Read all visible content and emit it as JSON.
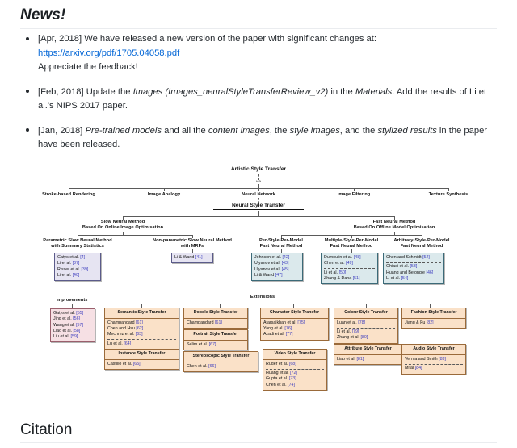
{
  "news": {
    "heading": "News!",
    "items": [
      {
        "line1": "[Apr, 2018] We have released a new version of the paper with significant changes at:",
        "link": "https://arxiv.org/pdf/1705.04058.pdf",
        "line3": "Appreciate the feedback!"
      },
      {
        "pre": "[Feb, 2018] Update the ",
        "em1": "Images (Images_neuralStyleTransferReview_v2)",
        "mid": " in the ",
        "em2": "Materials",
        "post": ". Add the results of Li et al.'s NIPS 2017 paper."
      },
      {
        "pre": "[Jan, 2018] ",
        "em1": "Pre-trained models",
        "mid1": " and all the ",
        "em2": "content images",
        "mid2": ", the ",
        "em3": "style images",
        "mid3": ", and the ",
        "em4": "stylized results",
        "post": " in the paper have been released."
      }
    ]
  },
  "citation": {
    "heading": "Citation"
  },
  "diagram": {
    "root": "Artistic Style Transfer",
    "via": "via",
    "level1": [
      "Stroke-based Rendering",
      "Image Analogy",
      "Neural Network",
      "Image Filtering",
      "Texture Synthesis"
    ],
    "nst": "Neural Style Transfer",
    "branch_slow_l1": "Slow Neural Method",
    "branch_slow_l2": "Based On Online Image Optimisation",
    "branch_fast_l1": "Fast Neural Method",
    "branch_fast_l2": "Based On Offline Model Optimisation",
    "cat_param_l1": "Parametric Slow Neural Method",
    "cat_param_l2": "with Summary Statistics",
    "cat_nonparam_l1": "Non-parametric Slow Neural Method",
    "cat_nonparam_l2": "with MRFs",
    "cat_psm_l1": "Per-Style-Per-Model",
    "cat_psm_l2": "Fast Neural Method",
    "cat_msm_l1": "Multiple-Style-Per-Model",
    "cat_msm_l2": "Fast Neural Method",
    "cat_asm_l1": "Arbitrary-Style-Per-Model",
    "cat_asm_l2": "Fast Neural Method",
    "improvements_label": "Improvements",
    "extensions_label": "Extensions",
    "boxes": {
      "parametric": [
        "Gatys et al. [4]",
        "Li et al. [37]",
        "Risser et al. [39]",
        "Li et al. [40]"
      ],
      "nonparametric": [
        "Li & Wand [41]"
      ],
      "per_style": [
        "Johnson et al. [42]",
        "Ulyanov et al. [43]",
        "Ulyanov et al. [45]",
        "Li & Wand [47]"
      ],
      "multi_style_top": [
        "Dumoulin et al. [48]",
        "Chen et al. [49]"
      ],
      "multi_style_bottom": [
        "Li et al. [50]",
        "Zhang & Dana [51]"
      ],
      "arbitrary_top": [
        "Chen and Schmidt [52]"
      ],
      "arbitrary_bottom": [
        "Ghiasi et al. [53]",
        "Huang and Belongie [46]",
        "Li et al. [54]"
      ],
      "improvements": [
        "Gatys et al. [55]",
        "Jing et al. [56]",
        "Wang et al. [57]",
        "Liao et al. [58]",
        "Liu et al. [59]"
      ]
    },
    "extensions": [
      {
        "title": "Semantic Style Transfer",
        "top": [
          "Champandard [61]",
          "Chen and Hsu [62]",
          "Mechrez et al. [63]"
        ],
        "bottom": [
          "Lu et al. [64]"
        ]
      },
      {
        "title": "Instance Style Transfer",
        "top": [
          "Castillo et al. [65]"
        ],
        "bottom": []
      },
      {
        "title": "Doodle Style Transfer",
        "top": [
          "Champandard [61]"
        ],
        "bottom": []
      },
      {
        "title": "Portrait Style Transfer",
        "top": [
          "Selim et al. [67]"
        ],
        "bottom": []
      },
      {
        "title": "Stereoscopic Style Transfer",
        "top": [
          "Chen et al. [66]"
        ],
        "bottom": []
      },
      {
        "title": "Character Style Transfer",
        "top": [
          "Atarsaikhan et al. [75]",
          "Yang et al. [76]",
          "Azadi et al. [77]"
        ],
        "bottom": []
      },
      {
        "title": "Video Style Transfer",
        "top": [
          "Ruder et al. [68]"
        ],
        "bottom": [
          "Huang et al. [72]",
          "Gupta et al. [73]",
          "Chen et al. [74]"
        ]
      },
      {
        "title": "Colour Style Transfer",
        "top": [
          "Luan et al. [78]"
        ],
        "bottom": [
          "Li et al. [79]",
          "Zhang et al. [80]"
        ]
      },
      {
        "title": "Attribute Style Transfer",
        "top": [
          "Liao et al. [81]"
        ],
        "bottom": []
      },
      {
        "title": "Fashion Style Transfer",
        "top": [
          "Jiang & Fu [82]"
        ],
        "bottom": []
      },
      {
        "title": "Audio Style Transfer",
        "top": [
          "Verma and Smith [83]"
        ],
        "bottom": [
          "Mital [84]"
        ]
      }
    ]
  }
}
